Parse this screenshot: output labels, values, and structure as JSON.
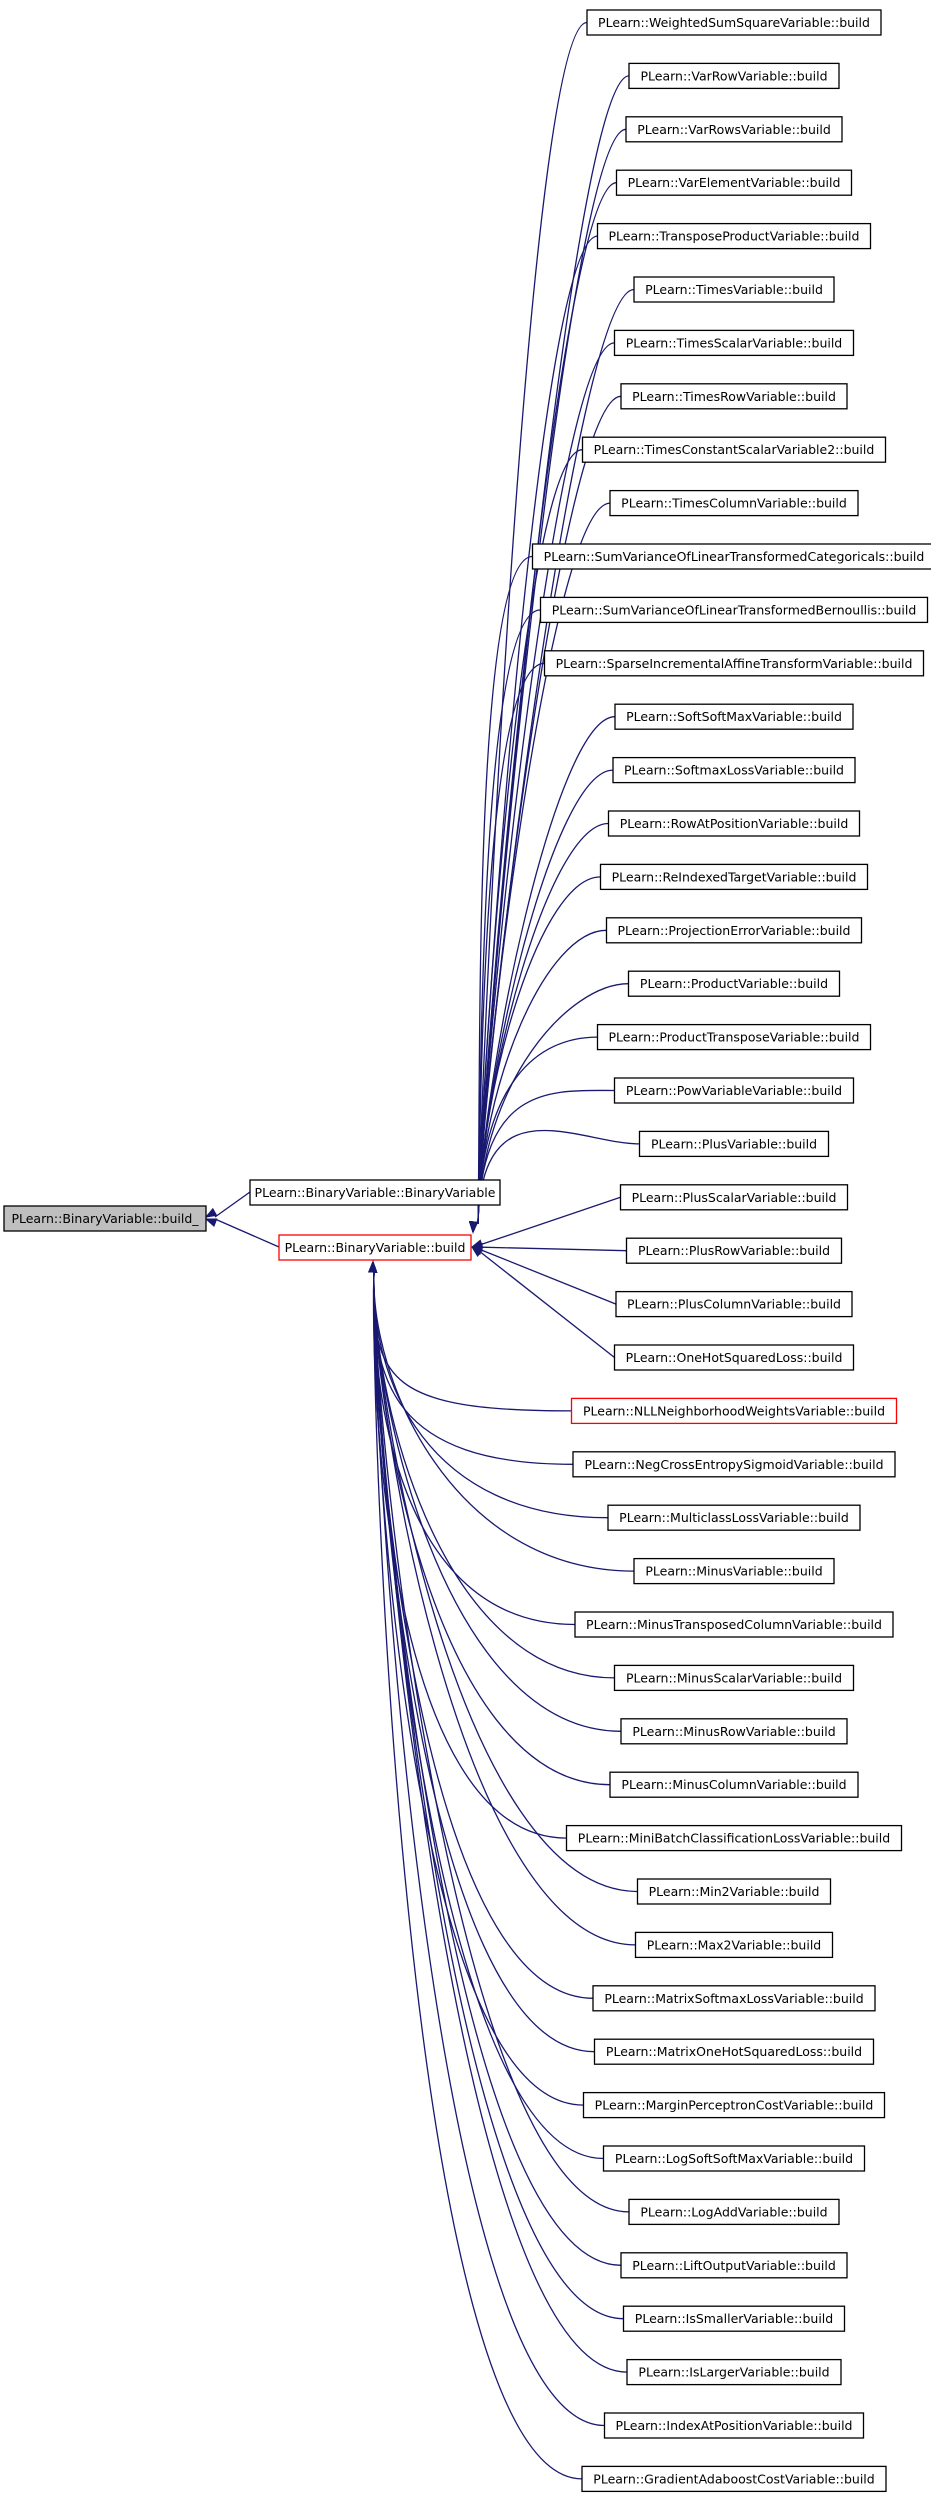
{
  "colors": {
    "edge": "#191970",
    "root_fill": "#bfbfbf",
    "node_border": "#000000",
    "highlight_border": "#ff0000"
  },
  "root": {
    "label": "PLearn::BinaryVariable::build_"
  },
  "constructor": {
    "label": "PLearn::BinaryVariable::BinaryVariable"
  },
  "build": {
    "label": "PLearn::BinaryVariable::build",
    "highlight": true
  },
  "callers": [
    {
      "label": "PLearn::WeightedSumSquareVariable::build"
    },
    {
      "label": "PLearn::VarRowVariable::build"
    },
    {
      "label": "PLearn::VarRowsVariable::build"
    },
    {
      "label": "PLearn::VarElementVariable::build"
    },
    {
      "label": "PLearn::TransposeProductVariable::build"
    },
    {
      "label": "PLearn::TimesVariable::build"
    },
    {
      "label": "PLearn::TimesScalarVariable::build"
    },
    {
      "label": "PLearn::TimesRowVariable::build"
    },
    {
      "label": "PLearn::TimesConstantScalarVariable2::build"
    },
    {
      "label": "PLearn::TimesColumnVariable::build"
    },
    {
      "label": "PLearn::SumVarianceOfLinearTransformedCategoricals::build"
    },
    {
      "label": "PLearn::SumVarianceOfLinearTransformedBernoullis::build"
    },
    {
      "label": "PLearn::SparseIncrementalAffineTransformVariable::build"
    },
    {
      "label": "PLearn::SoftSoftMaxVariable::build"
    },
    {
      "label": "PLearn::SoftmaxLossVariable::build"
    },
    {
      "label": "PLearn::RowAtPositionVariable::build"
    },
    {
      "label": "PLearn::ReIndexedTargetVariable::build"
    },
    {
      "label": "PLearn::ProjectionErrorVariable::build"
    },
    {
      "label": "PLearn::ProductVariable::build"
    },
    {
      "label": "PLearn::ProductTransposeVariable::build"
    },
    {
      "label": "PLearn::PowVariableVariable::build"
    },
    {
      "label": "PLearn::PlusVariable::build"
    },
    {
      "label": "PLearn::PlusScalarVariable::build"
    },
    {
      "label": "PLearn::PlusRowVariable::build"
    },
    {
      "label": "PLearn::PlusColumnVariable::build"
    },
    {
      "label": "PLearn::OneHotSquaredLoss::build"
    },
    {
      "label": "PLearn::NLLNeighborhoodWeightsVariable::build",
      "highlight": true
    },
    {
      "label": "PLearn::NegCrossEntropySigmoidVariable::build"
    },
    {
      "label": "PLearn::MulticlassLossVariable::build"
    },
    {
      "label": "PLearn::MinusVariable::build"
    },
    {
      "label": "PLearn::MinusTransposedColumnVariable::build"
    },
    {
      "label": "PLearn::MinusScalarVariable::build"
    },
    {
      "label": "PLearn::MinusRowVariable::build"
    },
    {
      "label": "PLearn::MinusColumnVariable::build"
    },
    {
      "label": "PLearn::MiniBatchClassificationLossVariable::build"
    },
    {
      "label": "PLearn::Min2Variable::build"
    },
    {
      "label": "PLearn::Max2Variable::build"
    },
    {
      "label": "PLearn::MatrixSoftmaxLossVariable::build"
    },
    {
      "label": "PLearn::MatrixOneHotSquaredLoss::build"
    },
    {
      "label": "PLearn::MarginPerceptronCostVariable::build"
    },
    {
      "label": "PLearn::LogSoftSoftMaxVariable::build"
    },
    {
      "label": "PLearn::LogAddVariable::build"
    },
    {
      "label": "PLearn::LiftOutputVariable::build"
    },
    {
      "label": "PLearn::IsSmallerVariable::build"
    },
    {
      "label": "PLearn::IsLargerVariable::build"
    },
    {
      "label": "PLearn::IndexAtPositionVariable::build"
    },
    {
      "label": "PLearn::GradientAdaboostCostVariable::build"
    }
  ]
}
